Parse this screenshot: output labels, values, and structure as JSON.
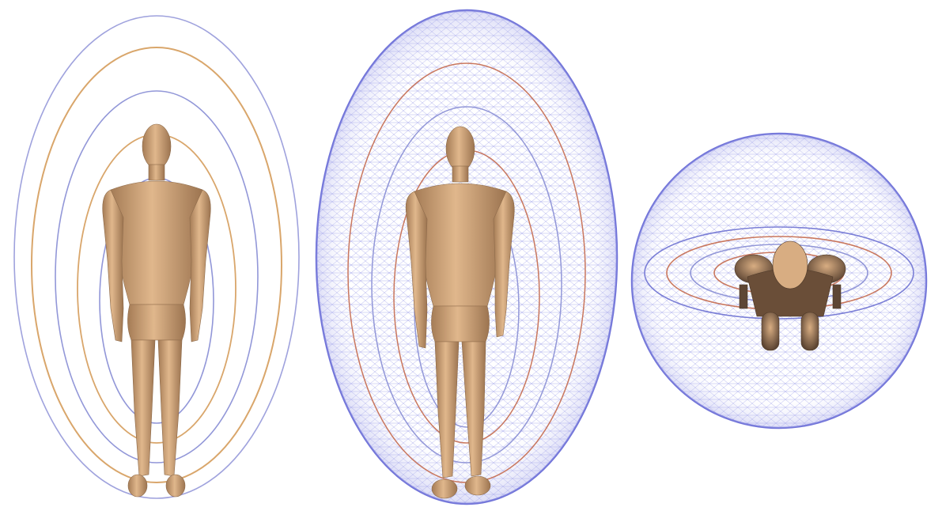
{
  "scene": {
    "panels": [
      {
        "id": "front-view",
        "kind": "concentric-field-rings"
      },
      {
        "id": "mesh-ellipsoid",
        "kind": "wireframe-ellipsoid"
      },
      {
        "id": "top-sphere",
        "kind": "wireframe-sphere-top-view"
      }
    ],
    "colors": {
      "background": "#ffffff",
      "skin": "#d8ad82",
      "skin_shadow": "#a57c56",
      "skin_dark": "#5e4634",
      "ring_blue": "#8f93dc",
      "ring_orange": "#d7a063",
      "ring_red": "#c9775e",
      "mesh": "#8a8ee6",
      "mesh_edge": "#6f72d8"
    }
  }
}
